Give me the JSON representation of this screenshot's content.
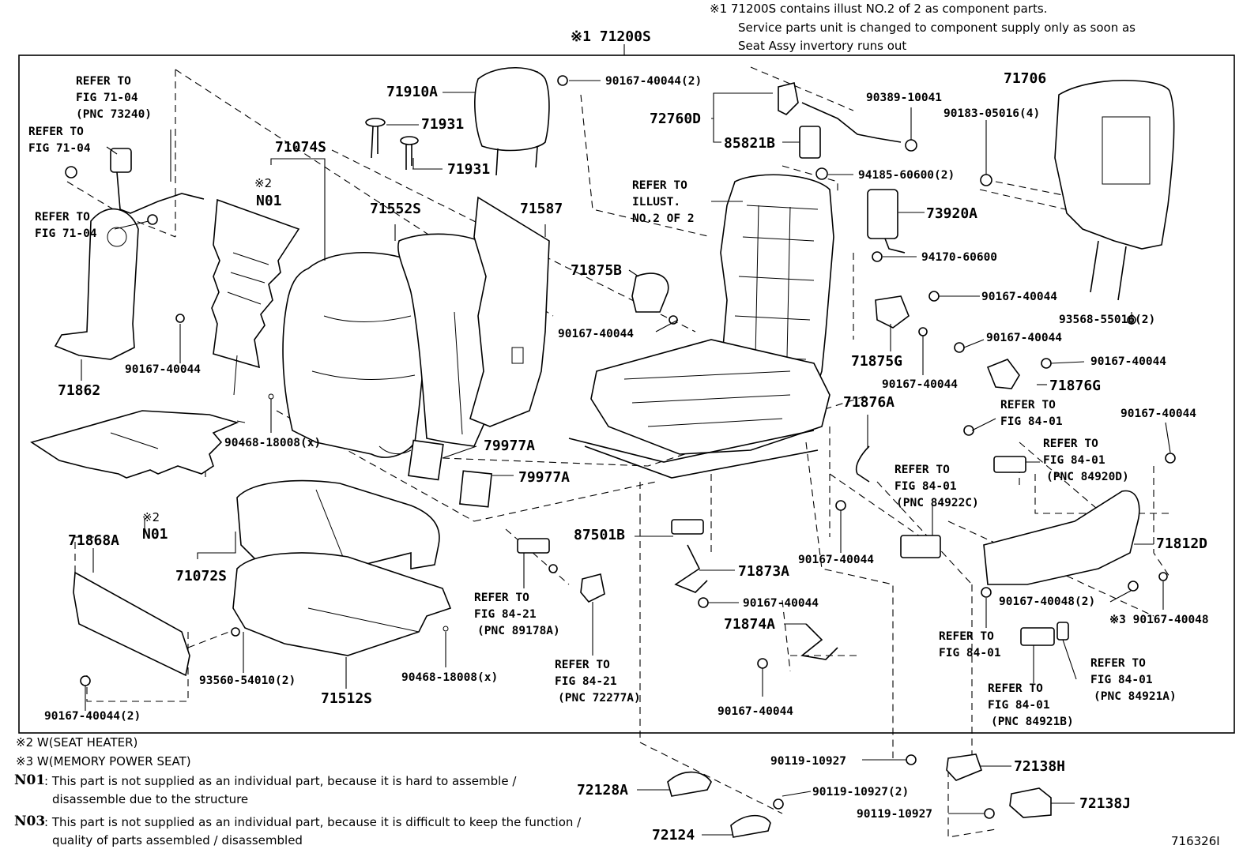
{
  "header_note": {
    "line1": "※1 71200S contains illust NO.2 of 2 as component parts.",
    "line2": "Service parts unit is changed to component supply only as soon as",
    "line3": "Seat Assy invertory runs out"
  },
  "assembly_label": "※1 71200S",
  "parts": {
    "p71910A": "71910A",
    "p71931a": "71931",
    "p71931b": "71931",
    "p71074S": "71074S",
    "p71552S": "71552S",
    "p71587": "71587",
    "p71862": "71862",
    "p71868A": "71868A",
    "p71072S": "71072S",
    "p71512S": "71512S",
    "p79977Aa": "79977A",
    "p79977Ab": "79977A",
    "p72760D": "72760D",
    "p85821B": "85821B",
    "p71875B": "71875B",
    "p73920A": "73920A",
    "p71875G": "71875G",
    "p71876A": "71876A",
    "p71876G": "71876G",
    "p71706": "71706",
    "p87501B": "87501B",
    "p71873A": "71873A",
    "p71874A": "71874A",
    "p71812D": "71812D",
    "p72128A": "72128A",
    "p72124": "72124",
    "p72138H": "72138H",
    "p72138J": "72138J"
  },
  "fasteners": {
    "f1": "90167-40044(2)",
    "f2": "90389-10041",
    "f3": "90183-05016(4)",
    "f4": "94185-60600(2)",
    "f5": "94170-60600",
    "f6": "90167-40044",
    "f7": "93568-55016(2)",
    "f8": "90167-40044",
    "f9": "90167-40044",
    "f10": "90167-40044",
    "f11": "90167-40044",
    "f12": "90167-40044",
    "f13": "90468-18008(x)",
    "f14": "90167-40044",
    "f15": "90167-40044",
    "f16": "90167-40044",
    "f17": "90167-40048(2)",
    "f18": "※3 90167-40048",
    "f19": "93560-54010(2)",
    "f20": "90468-18008(x)",
    "f21": "90167-40044(2)",
    "f22": "90167-40044",
    "f23": "90119-10927",
    "f24": "90119-10927(2)",
    "f25": "90119-10927"
  },
  "refs": {
    "r1": [
      "REFER TO",
      "FIG 71-04",
      "(PNC 73240)"
    ],
    "r2": [
      "REFER TO",
      "FIG 71-04"
    ],
    "r3": [
      "REFER TO",
      "FIG 71-04"
    ],
    "r4": [
      "REFER TO",
      "ILLUST.",
      "NO.2 OF 2"
    ],
    "r5": [
      "REFER TO",
      "FIG 84-01"
    ],
    "r6": [
      "REFER TO",
      "FIG 84-01",
      "(PNC 84920D)"
    ],
    "r7": [
      "REFER TO",
      "FIG 84-01",
      "(PNC 84922C)"
    ],
    "r8": [
      "REFER TO",
      "FIG 84-21",
      "(PNC 89178A)"
    ],
    "r9": [
      "REFER TO",
      "FIG 84-21",
      "(PNC 72277A)"
    ],
    "r10": [
      "REFER TO",
      "FIG 84-01"
    ],
    "r11": [
      "REFER TO",
      "FIG 84-01",
      "(PNC 84921A)"
    ],
    "r12": [
      "REFER TO",
      "FIG 84-01",
      "(PNC 84921B)"
    ]
  },
  "notes_markers": {
    "n01_top": [
      "※2",
      "N01"
    ],
    "n01_bot": [
      "※2",
      "N01"
    ]
  },
  "footnotes": {
    "fn2": "※2  W(SEAT HEATER)",
    "fn3": "※3  W(MEMORY POWER SEAT)",
    "n01_code": "N01",
    "n01_line1": ": This part is not supplied as an individual part, because it is hard to assemble /",
    "n01_line2": "disassemble due to the structure",
    "n03_code": "N03",
    "n03_line1": ": This part is not supplied as an individual part, because it is difficult to keep the function /",
    "n03_line2": "quality of parts assembled / disassembled"
  },
  "illustration_id": "716326I"
}
